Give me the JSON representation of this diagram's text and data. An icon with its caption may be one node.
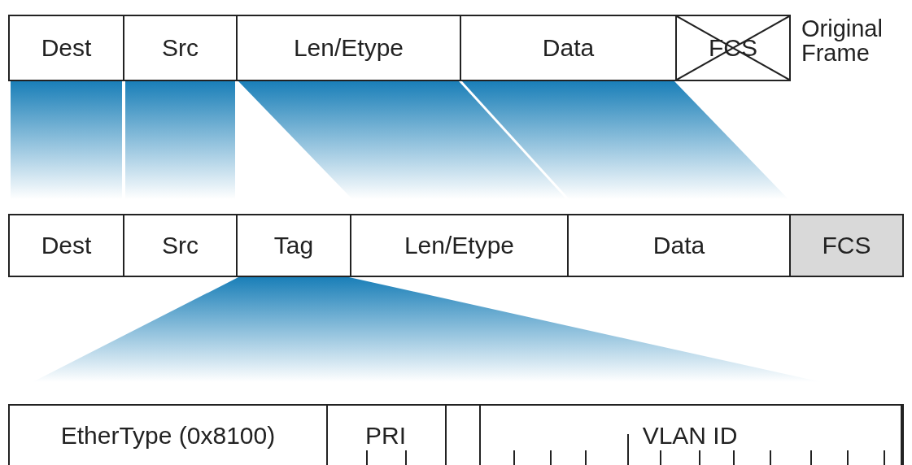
{
  "diagram": {
    "nodes": [
      {
        "text": [
          "Dest"
        ]
      },
      {
        "text": [
          "Src"
        ]
      },
      {
        "text": [
          "Len/Etype"
        ]
      },
      {
        "text": [
          "Data"
        ]
      },
      {
        "text": [
          "FCS"
        ]
      },
      {
        "text": [
          "Dest"
        ]
      },
      {
        "text": [
          "Src"
        ]
      },
      {
        "text": [
          "Tag"
        ]
      },
      {
        "text": [
          "Len/Etype"
        ]
      },
      {
        "text": [
          "Data"
        ]
      },
      {
        "text": [
          "FCS"
        ]
      },
      {
        "text": [],
        "shape": "box"
      },
      {
        "text": [
          "EtherType (0x8100)"
        ],
        "in": 11
      },
      {
        "text": [
          "PRI"
        ],
        "in": 11
      },
      {
        "text": [],
        "shape": "box",
        "in": 11
      },
      {
        "text": [
          "VLAN ID"
        ],
        "in": 11
      }
    ],
    "edges": [
      {
        "from": 0,
        "to": 5,
        "arrow": "none"
      },
      {
        "from": 1,
        "to": 6,
        "arrow": "none"
      },
      {
        "from": 2,
        "to": 8,
        "arrow": "none"
      },
      {
        "from": 3,
        "to": 9,
        "arrow": "none"
      },
      {
        "from": 7,
        "to": 11,
        "arrow": "none"
      }
    ],
    "labels": [
      "Original Frame"
    ]
  }
}
